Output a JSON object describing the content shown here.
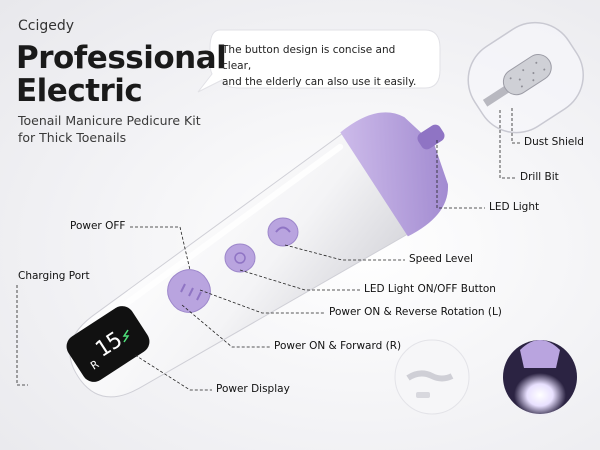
{
  "brand": "Ccigedy",
  "headline": {
    "line1": "Professional",
    "line2": "Electric"
  },
  "subtitle": {
    "line1": "Toenail Manicure Pedicure Kit",
    "line2": "for Thick Toenails"
  },
  "bubble": {
    "line1": "The button design is concise and clear,",
    "line2": "and the elderly can also use it easily."
  },
  "callouts": {
    "dust_shield": "Dust Shield",
    "drill_bit": "Drill Bit",
    "led_light": "LED Light",
    "power_off": "Power OFF",
    "speed_level": "Speed Level",
    "charging_port": "Charging Port",
    "led_button": "LED Light ON/OFF Button",
    "power_on_reverse": "Power ON & Reverse Rotation (L)",
    "power_on_forward": "Power ON & Forward (R)",
    "power_display": "Power Display"
  },
  "display": {
    "digits": "15",
    "mode": "R"
  },
  "colors": {
    "accent": "#b9a4df",
    "accent_dark": "#8f74c4",
    "body": "#ffffff",
    "screen": "#111111"
  }
}
